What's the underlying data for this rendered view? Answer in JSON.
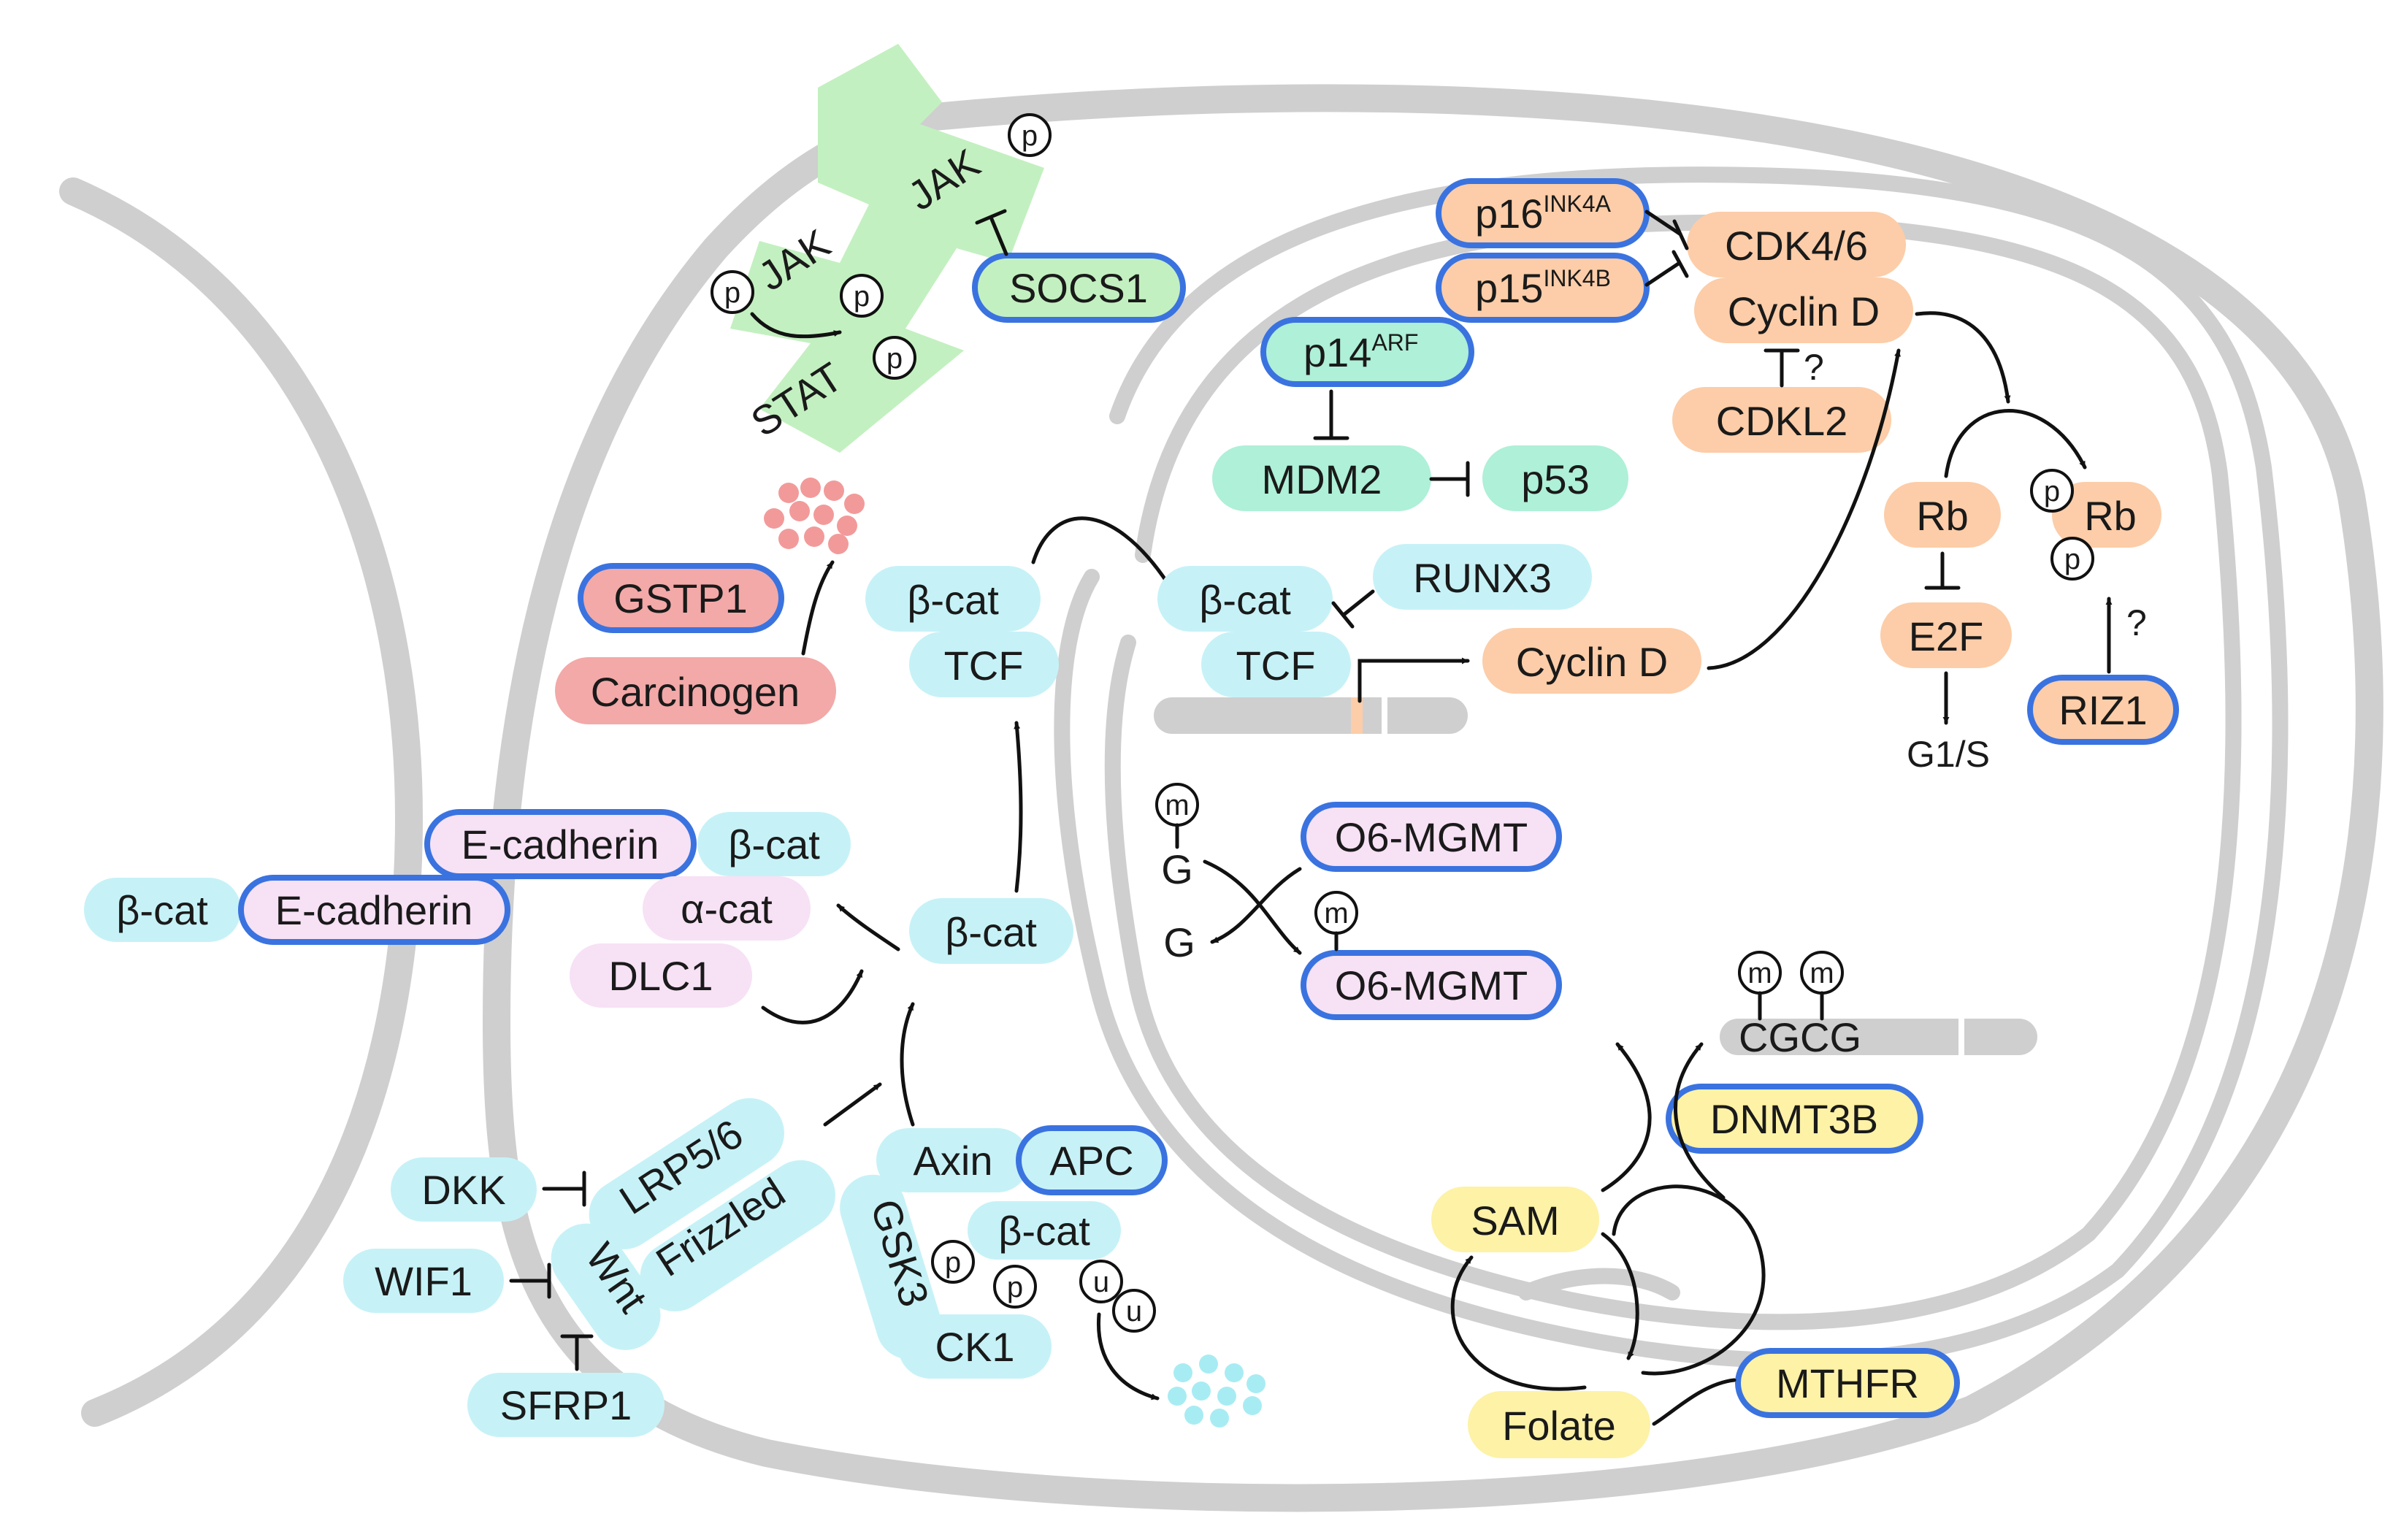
{
  "colors": {
    "membrane": "#cfcfcf",
    "outline": "#3a73e0",
    "cyan": "#c6f2f7",
    "green": "#c3f0c0",
    "mint": "#aef0d8",
    "orange": "#fccda8",
    "pink": "#f2a9a8",
    "lavender": "#f7e1f5",
    "yellow": "#fdf2a6",
    "debris_pink": "#f29a9a",
    "debris_cyan": "#a8ecf3"
  },
  "nodes": {
    "jak_upper": "JAK",
    "jak_lower": "JAK",
    "stat": "STAT",
    "socs1": "SOCS1",
    "p16_main": "p16",
    "p16_sup": "INK4A",
    "p15_main": "p15",
    "p15_sup": "INK4B",
    "p14_main": "p14",
    "p14_sup": "ARF",
    "cdk46": "CDK4/6",
    "cyclin_d_complex": "Cyclin D",
    "cdkl2": "CDKL2",
    "cdkl2_question": "?",
    "mdm2": "MDM2",
    "p53": "p53",
    "rb": "Rb",
    "rb_phos": "Rb",
    "e2f": "E2F",
    "g1s": "G1/S",
    "riz1": "RIZ1",
    "riz1_question": "?",
    "gstp1": "GSTP1",
    "carcinogen": "Carcinogen",
    "bcat_cyto_tcf": "β-cat",
    "tcf_cyto": "TCF",
    "bcat_nuc": "β-cat",
    "tcf_nuc": "TCF",
    "runx3": "RUNX3",
    "cyclin_d_gene": "Cyclin D",
    "ecad_upper": "E-cadherin",
    "bcat_ecad_upper": "β-cat",
    "bcat_ecad_lower": "β-cat",
    "ecad_lower": "E-cadherin",
    "acat": "α-cat",
    "dlc1": "DLC1",
    "bcat_free": "β-cat",
    "g_methyl": "G",
    "g_plain": "G",
    "o6mgmt_upper": "O6-MGMT",
    "o6mgmt_lower": "O6-MGMT",
    "cgcg": "CGCG",
    "dnmt3b": "DNMT3B",
    "sam": "SAM",
    "folate": "Folate",
    "mthfr": "MTHFR",
    "lrp56": "LRP5/6",
    "frizzled": "Frizzled",
    "wnt": "Wnt",
    "dkk": "DKK",
    "wif1": "WIF1",
    "sfrp1": "SFRP1",
    "axin": "Axin",
    "apc": "APC",
    "gsk3": "GSK3",
    "bcat_destruction": "β-cat",
    "ck1": "CK1"
  },
  "marks": {
    "phospho": "p",
    "methyl": "m",
    "ubiquitin": "u"
  }
}
